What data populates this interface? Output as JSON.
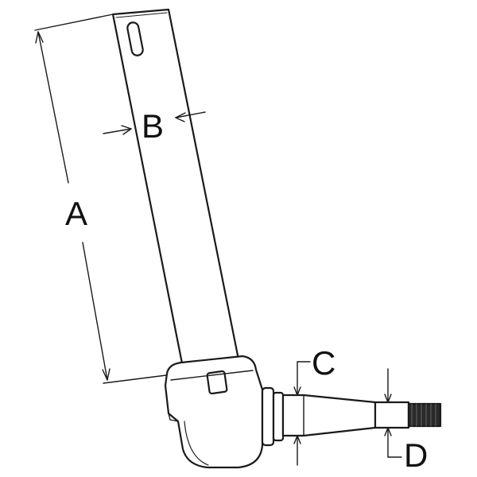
{
  "diagram": {
    "labels": {
      "a": "A",
      "b": "B",
      "c": "C",
      "d": "D"
    },
    "line_color": "#1a1a1a",
    "background": "#ffffff"
  }
}
